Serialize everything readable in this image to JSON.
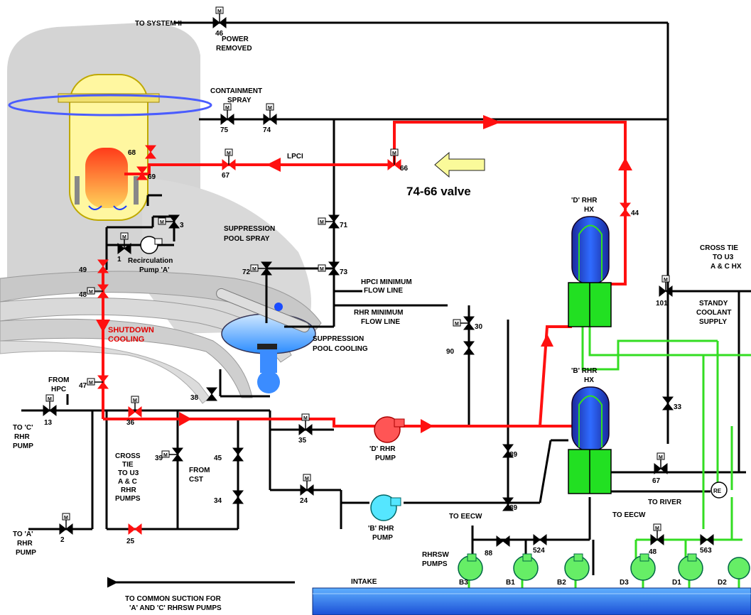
{
  "colors": {
    "flow": "#ff1010",
    "pipe": "#000000",
    "cooling_water": "#33dd22",
    "vessel": "#fff7a0",
    "containment": "#d4d4d4",
    "pool": "#4aa8ff",
    "arrow_callout": "#fafa9a"
  },
  "callout": {
    "text": "74-66 valve"
  },
  "labels": [
    "TO SYSTEM II",
    "POWER",
    "REMOVED",
    "CONTAINMENT",
    "SPRAY",
    "LPCI",
    "SUPPRESSION",
    "POOL SPRAY",
    "Recirculation",
    "Pump 'A'",
    "HPCI MINIMUM",
    "FLOW LINE",
    "RHR MINIMUM",
    "FLOW LINE",
    "SUPPRESSION",
    "POOL COOLING",
    "SHUTDOWN",
    "COOLING",
    "'D' RHR",
    "HX",
    "'B' RHR",
    "HX",
    "CROSS TIE",
    "TO U3",
    "A & C HX",
    "STANDY",
    "COOLANT",
    "SUPPLY",
    "FROM",
    "HPC",
    "TO 'C'",
    "RHR",
    "PUMP",
    "CROSS",
    "TIE",
    "TO U3",
    "A & C",
    "RHR",
    "PUMPS",
    "FROM",
    "CST",
    "'D' RHR",
    "PUMP",
    "'B' RHR",
    "PUMP",
    "TO 'A'",
    "RHR",
    "PUMP",
    "TO RIVER",
    "TO EECW",
    "TO EECW",
    "RHRSW",
    "PUMPS",
    "INTAKE",
    "TO COMMON SUCTION FOR",
    "'A' AND 'C' RHRSW PUMPS",
    "RE"
  ],
  "valves": [
    "46",
    "75",
    "74",
    "67",
    "68",
    "69",
    "66",
    "71",
    "3",
    "1",
    "49",
    "48",
    "72",
    "73",
    "30",
    "90",
    "47",
    "36",
    "13",
    "35",
    "39",
    "45",
    "34",
    "38",
    "24",
    "2",
    "25",
    "89",
    "33",
    "101",
    "67",
    "44",
    "89",
    "524",
    "48",
    "563",
    "88"
  ],
  "pumps": [
    "B3",
    "B1",
    "B2",
    "D3",
    "D1",
    "D2"
  ],
  "motor_tag": "M"
}
